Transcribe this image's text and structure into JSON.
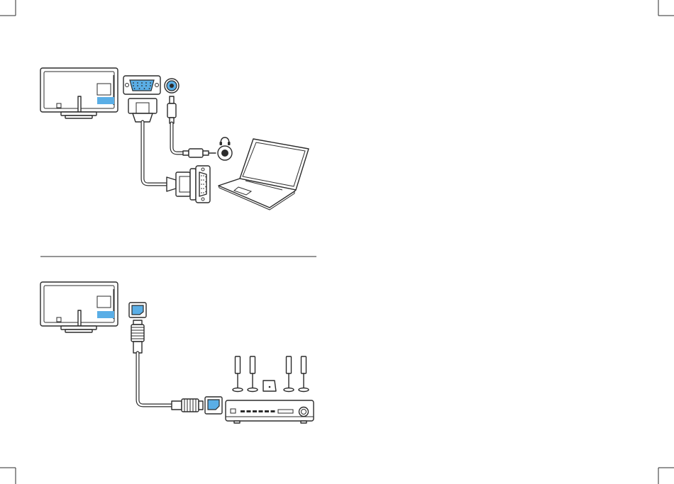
{
  "colors": {
    "accent": "#5aaee6",
    "line": "#2b2b2b",
    "background": "#ffffff"
  },
  "panels": [
    {
      "id": "vga-audio",
      "devices": [
        "tv-back",
        "vga-port",
        "audio-out-jack",
        "vga-cable",
        "audio-cable",
        "headphone-jack",
        "laptop"
      ],
      "icons": [
        "headphone-icon"
      ]
    },
    {
      "id": "optical-audio",
      "devices": [
        "tv-back",
        "optical-port",
        "optical-cable",
        "optical-input",
        "av-receiver",
        "speaker-set",
        "subwoofer"
      ]
    }
  ]
}
